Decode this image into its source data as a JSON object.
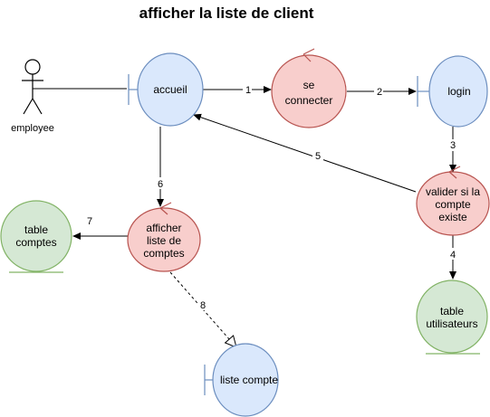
{
  "title": "afficher la liste de client",
  "colors": {
    "boundary_fill": "#dae8fc",
    "boundary_stroke": "#6c8ebf",
    "control_fill": "#f8cecc",
    "control_stroke": "#b85450",
    "entity_fill": "#d5e8d4",
    "entity_stroke": "#82b366",
    "line": "#000000"
  },
  "actor": {
    "label": "employee"
  },
  "nodes": {
    "accueil": {
      "label": "accueil",
      "kind": "boundary"
    },
    "se_connecter": {
      "label_line1": "se",
      "label_line2": "connecter",
      "kind": "control"
    },
    "login": {
      "label": "login",
      "kind": "boundary"
    },
    "valider": {
      "label_line1": "valider si la",
      "label_line2": "compte",
      "label_line3": "existe",
      "kind": "control"
    },
    "table_utilisateurs": {
      "label_line1": "table",
      "label_line2": "utilisateurs",
      "kind": "entity"
    },
    "afficher": {
      "label_line1": "afficher",
      "label_line2": "liste de",
      "label_line3": "comptes",
      "kind": "control"
    },
    "table_comptes": {
      "label_line1": "table",
      "label_line2": "comptes",
      "kind": "entity"
    },
    "liste_compte": {
      "label": "liste compte",
      "kind": "boundary"
    }
  },
  "edges": {
    "e1": "1",
    "e2": "2",
    "e3": "3",
    "e4": "4",
    "e5": "5",
    "e6": "6",
    "e7": "7",
    "e8": "8"
  }
}
